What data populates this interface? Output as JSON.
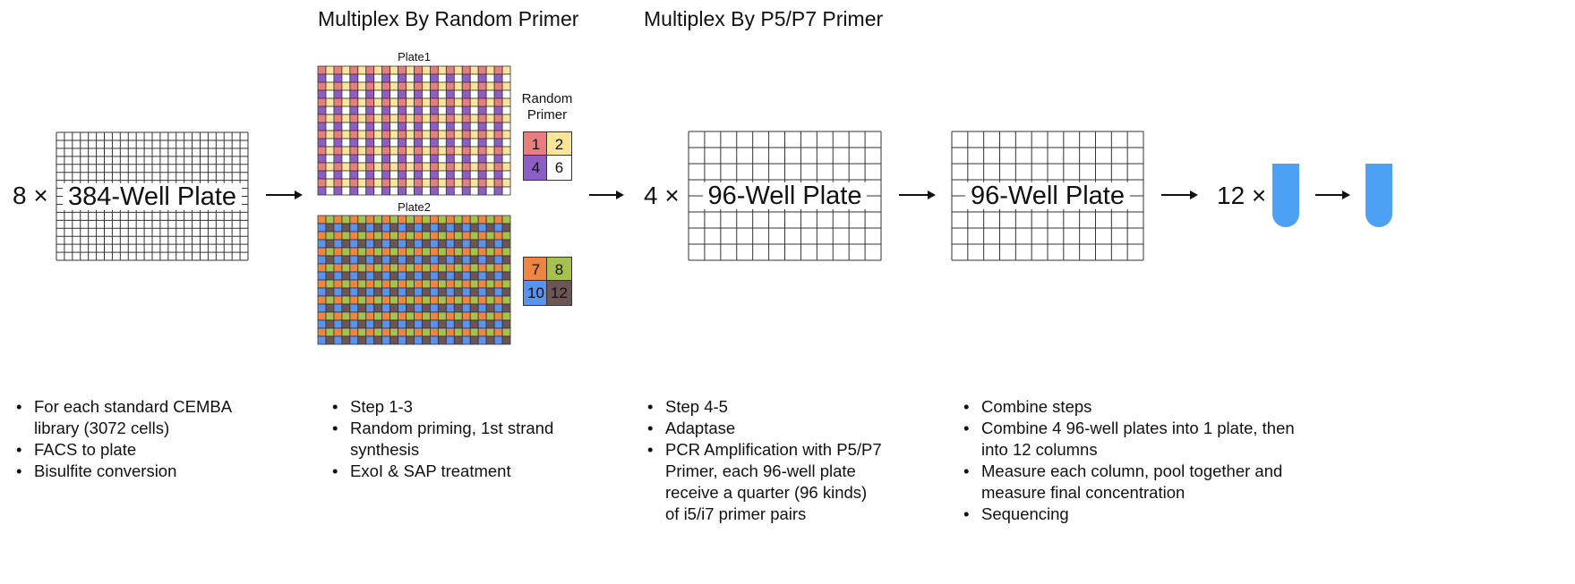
{
  "titles": {
    "random_primer": "Multiplex By Random Primer",
    "p5p7_primer": "Multiplex By P5/P7 Primer"
  },
  "stage1": {
    "multiplier": "8 ×",
    "plate_label": "384-Well Plate"
  },
  "plate1": {
    "label": "Plate1"
  },
  "plate2": {
    "label": "Plate2"
  },
  "legend": {
    "title_line1": "Random",
    "title_line2": "Primer",
    "group1": [
      {
        "label": "1",
        "color": "#e87d7d"
      },
      {
        "label": "2",
        "color": "#fce49a"
      },
      {
        "label": "4",
        "color": "#8d5fc6"
      },
      {
        "label": "6",
        "color": "#ffffff"
      }
    ],
    "group2": [
      {
        "label": "7",
        "color": "#ee8540"
      },
      {
        "label": "8",
        "color": "#a6c14e"
      },
      {
        "label": "10",
        "color": "#5a92ef"
      },
      {
        "label": "12",
        "color": "#6d5455"
      }
    ]
  },
  "stage3": {
    "multiplier": "4 ×",
    "plate_label": "96-Well Plate"
  },
  "stage4": {
    "plate_label": "96-Well Plate"
  },
  "stage5": {
    "multiplier": "12 ×"
  },
  "colors": {
    "tube": "#4ca1f4",
    "grid_line": "#333333"
  },
  "notes": {
    "col1": [
      "For each standard CEMBA library (3072 cells)",
      "FACS to plate",
      "Bisulfite conversion"
    ],
    "col2": [
      "Step 1-3",
      "Random priming, 1st strand synthesis",
      "ExoI & SAP treatment"
    ],
    "col3": [
      "Step 4-5",
      "Adaptase",
      "PCR Amplification with P5/P7 Primer, each 96-well plate receive a quarter (96 kinds) of i5/i7 primer pairs"
    ],
    "col4": [
      "Combine steps",
      "Combine 4 96-well plates into 1 plate, then into 12 columns",
      "Measure each column, pool together and measure final concentration",
      "Sequencing"
    ]
  }
}
